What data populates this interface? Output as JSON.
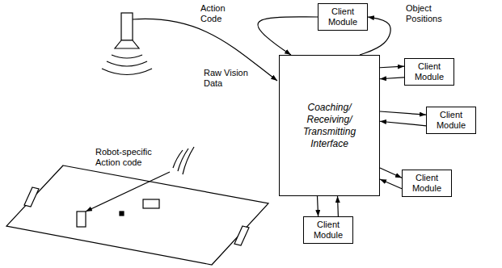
{
  "diagram": {
    "nodes": [
      {
        "text": [
          "Client Module"
        ]
      },
      {
        "text": [
          "Coaching/ Receiving/ Transmitting Interface"
        ]
      },
      {
        "text": [
          "Client Module"
        ]
      },
      {
        "text": [
          "Client Module"
        ]
      },
      {
        "text": [
          "Client Module"
        ]
      },
      {
        "text": [
          "Client Module"
        ]
      }
    ],
    "edges": [
      {
        "from": 1,
        "to": 0,
        "label": "Object Positions",
        "arrow": "to"
      },
      {
        "from": 0,
        "to": 1,
        "label": "Action Code",
        "arrow": "to"
      },
      {
        "from": 1,
        "to": 2,
        "arrow": "to"
      },
      {
        "from": 2,
        "to": 1,
        "arrow": "to"
      },
      {
        "from": 1,
        "to": 3,
        "arrow": "to"
      },
      {
        "from": 3,
        "to": 1,
        "arrow": "to"
      },
      {
        "from": 1,
        "to": 4,
        "arrow": "to"
      },
      {
        "from": 4,
        "to": 1,
        "arrow": "to"
      },
      {
        "from": 1,
        "to": 5,
        "arrow": "to"
      },
      {
        "from": 5,
        "to": 1,
        "arrow": "to"
      }
    ],
    "labels": [
      "Raw Vision Data",
      "Robot-specific Action code"
    ]
  }
}
